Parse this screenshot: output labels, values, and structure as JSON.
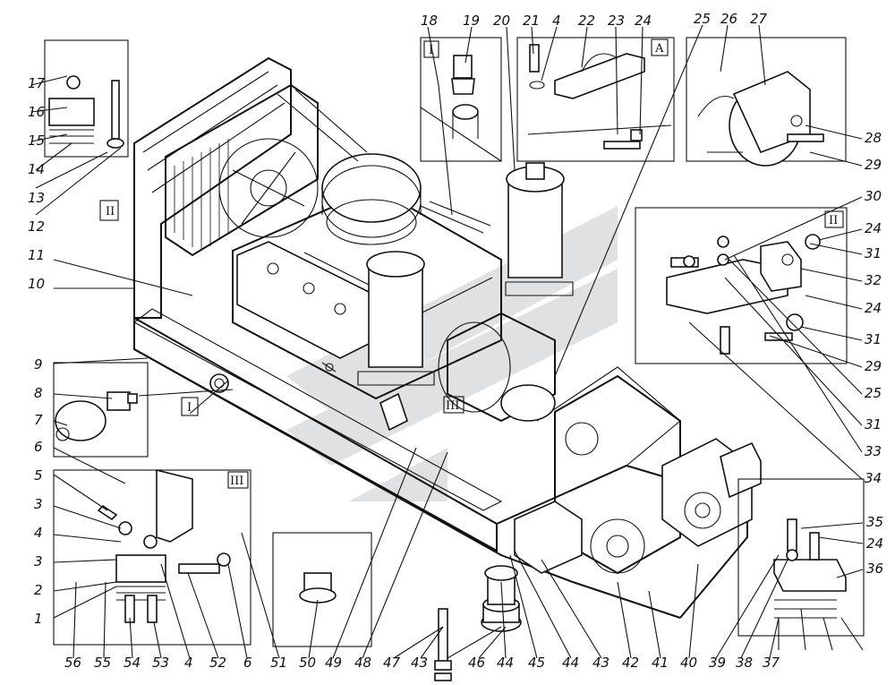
{
  "callouts": {
    "n1": "1",
    "n2": "2",
    "n3a": "3",
    "n3b": "3",
    "n4a": "4",
    "n4b": "4",
    "n4c": "4",
    "n5": "5",
    "n6a": "6",
    "n6b": "6",
    "n7": "7",
    "n8": "8",
    "n9": "9",
    "n10": "10",
    "n11": "11",
    "n12": "12",
    "n13": "13",
    "n14": "14",
    "n15": "15",
    "n16": "16",
    "n17": "17",
    "n18": "18",
    "n19": "19",
    "n20": "20",
    "n21": "21",
    "n22": "22",
    "n23": "23",
    "n24a": "24",
    "n24b": "24",
    "n24c": "24",
    "n24d": "24",
    "n25a": "25",
    "n25b": "25",
    "n26": "26",
    "n27": "27",
    "n28": "28",
    "n29a": "29",
    "n29b": "29",
    "n30": "30",
    "n31a": "31",
    "n31b": "31",
    "n31c": "31",
    "n32": "32",
    "n33": "33",
    "n34": "34",
    "n35": "35",
    "n36": "36",
    "n37": "37",
    "n38": "38",
    "n39": "39",
    "n40": "40",
    "n41": "41",
    "n42": "42",
    "n43a": "43",
    "n43b": "43",
    "n44a": "44",
    "n44b": "44",
    "n45": "45",
    "n46": "46",
    "n47": "47",
    "n48": "48",
    "n49": "49",
    "n50": "50",
    "n51": "51",
    "n52": "52",
    "n53": "53",
    "n54": "54",
    "n55": "55",
    "n56": "56"
  },
  "view_marks": {
    "i_top": "I",
    "i_main": "I",
    "ii_left": "II",
    "ii_right": "II",
    "iii_inset": "III",
    "iii_main": "III",
    "a_inset": "A"
  },
  "colors": {
    "ink": "#111111",
    "paper": "#ffffff",
    "watermark": "#c8cacc"
  }
}
